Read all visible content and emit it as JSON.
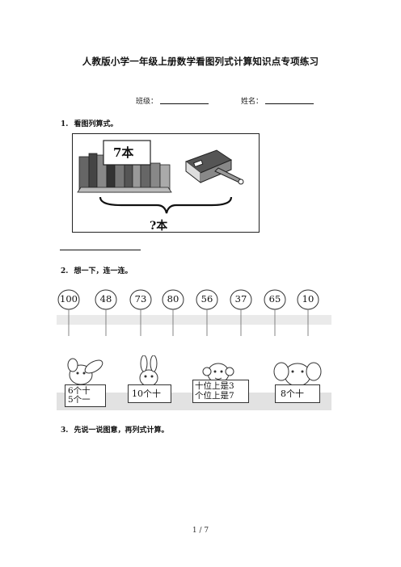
{
  "title": "人教版小学一年级上册数学看图列式计算知识点专项练习",
  "info": {
    "class_label": "班级：",
    "name_label": "姓名："
  },
  "questions": [
    {
      "number": "1.",
      "text": "看图列算式。"
    },
    {
      "number": "2.",
      "text": "想一下，连一连。"
    },
    {
      "number": "3.",
      "text": "先说一说图意，再列式计算。"
    }
  ],
  "figure1": {
    "top_label": "7本",
    "bottom_label": "?本"
  },
  "figure2": {
    "balloons": [
      "100",
      "48",
      "73",
      "80",
      "56",
      "37",
      "65",
      "10"
    ],
    "cards": [
      [
        "6个十",
        "5个一"
      ],
      [
        "10个十"
      ],
      [
        "十位上是3",
        "个位上是7"
      ],
      [
        "8个十"
      ]
    ]
  },
  "page": "1 / 7"
}
